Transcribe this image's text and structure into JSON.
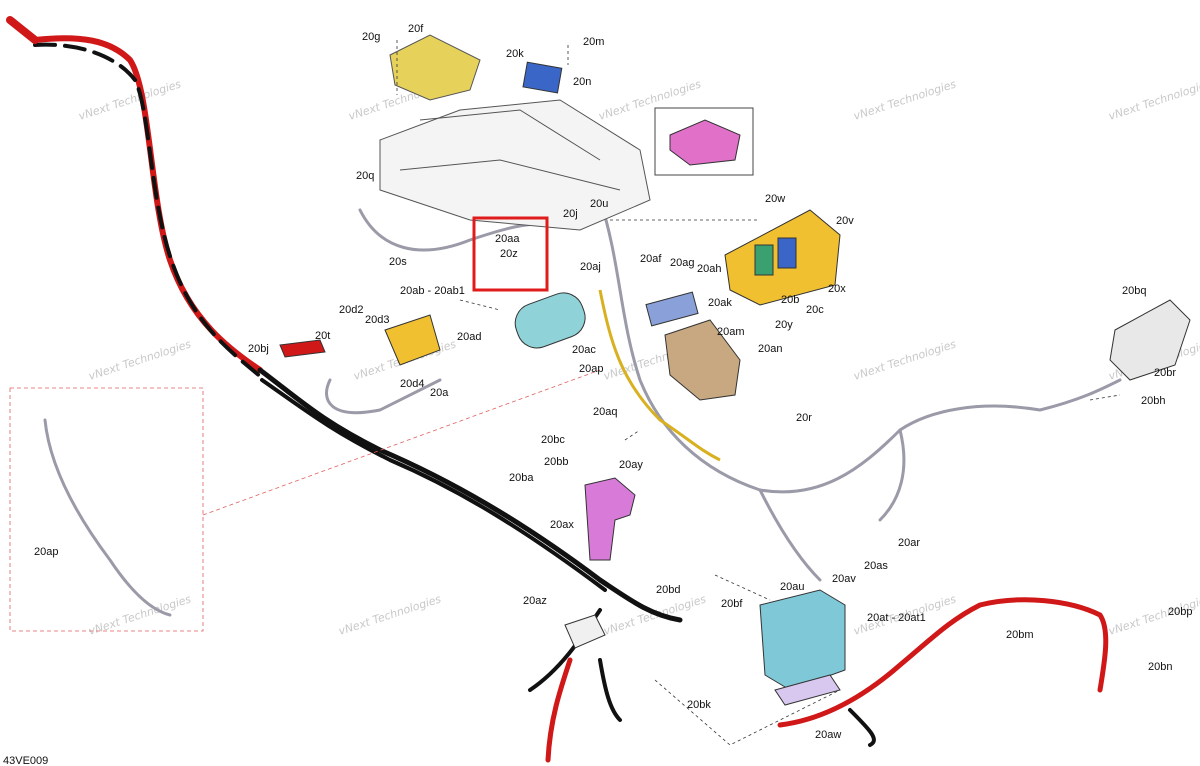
{
  "diagram": {
    "reference_code": "43VE009",
    "watermark_text": "vNext Technologies",
    "highlight_color": "#e01b1b",
    "labels": [
      "20g",
      "20f",
      "20m",
      "20k",
      "20n",
      "20q",
      "20s",
      "20aa",
      "20z",
      "20j",
      "20u",
      "20w",
      "20v",
      "20x",
      "20b",
      "20c",
      "20y",
      "20aj",
      "20af",
      "20ag",
      "20ah",
      "20ak",
      "20ab - 20ab1",
      "20d2",
      "20d3",
      "20t",
      "20bj",
      "20ad",
      "20ac",
      "20am",
      "20an",
      "20d4",
      "20a",
      "20ap",
      "20aq",
      "20r",
      "20bq",
      "20br",
      "20bh",
      "20bc",
      "20bb",
      "20ay",
      "20ba",
      "20ax",
      "20ar",
      "20as",
      "20av",
      "20au",
      "20bd",
      "20bf",
      "20at - 20at1",
      "20az",
      "20bm",
      "20bp",
      "20bn",
      "20bk",
      "20aw",
      "20ap"
    ],
    "callout_items": [
      {
        "label": "20aa"
      },
      {
        "label": "20z"
      }
    ]
  }
}
